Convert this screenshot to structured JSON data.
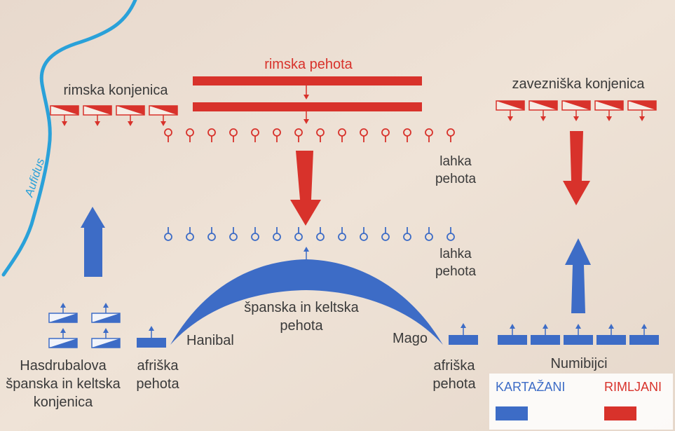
{
  "colors": {
    "background": "#ede0d4",
    "carthage": "#3d6cc6",
    "rome": "#d8322b",
    "river": "#2aa1d9",
    "text": "#3a3a3a"
  },
  "river": {
    "label": "Aufidus"
  },
  "rome": {
    "infantry_label": "rimska pehota",
    "cavalry_label": "rimska konjenica",
    "allied_cavalry_label": "zavezniška konjenica",
    "light_infantry_label": [
      "lahka",
      "pehota"
    ]
  },
  "carthage": {
    "light_infantry_label": [
      "lahka",
      "pehota"
    ],
    "center_label": [
      "španska in keltska",
      "pehota"
    ],
    "hannibal_label": "Hanibal",
    "mago_label": "Mago",
    "african_label": [
      "afriška",
      "pehota"
    ],
    "hasdrubal_label": [
      "Hasdrubalova",
      "španska in keltska",
      "konjenica"
    ],
    "numidians_label": "Numibijci"
  },
  "legend": {
    "carthage": "KARTAŽANI",
    "rome": "RIMLJANI"
  },
  "counts": {
    "roman_cavalry_units": 4,
    "allied_cavalry_units": 5,
    "roman_skirmishers": 14,
    "carthaginian_skirmishers": 14,
    "numidian_units": 5
  }
}
